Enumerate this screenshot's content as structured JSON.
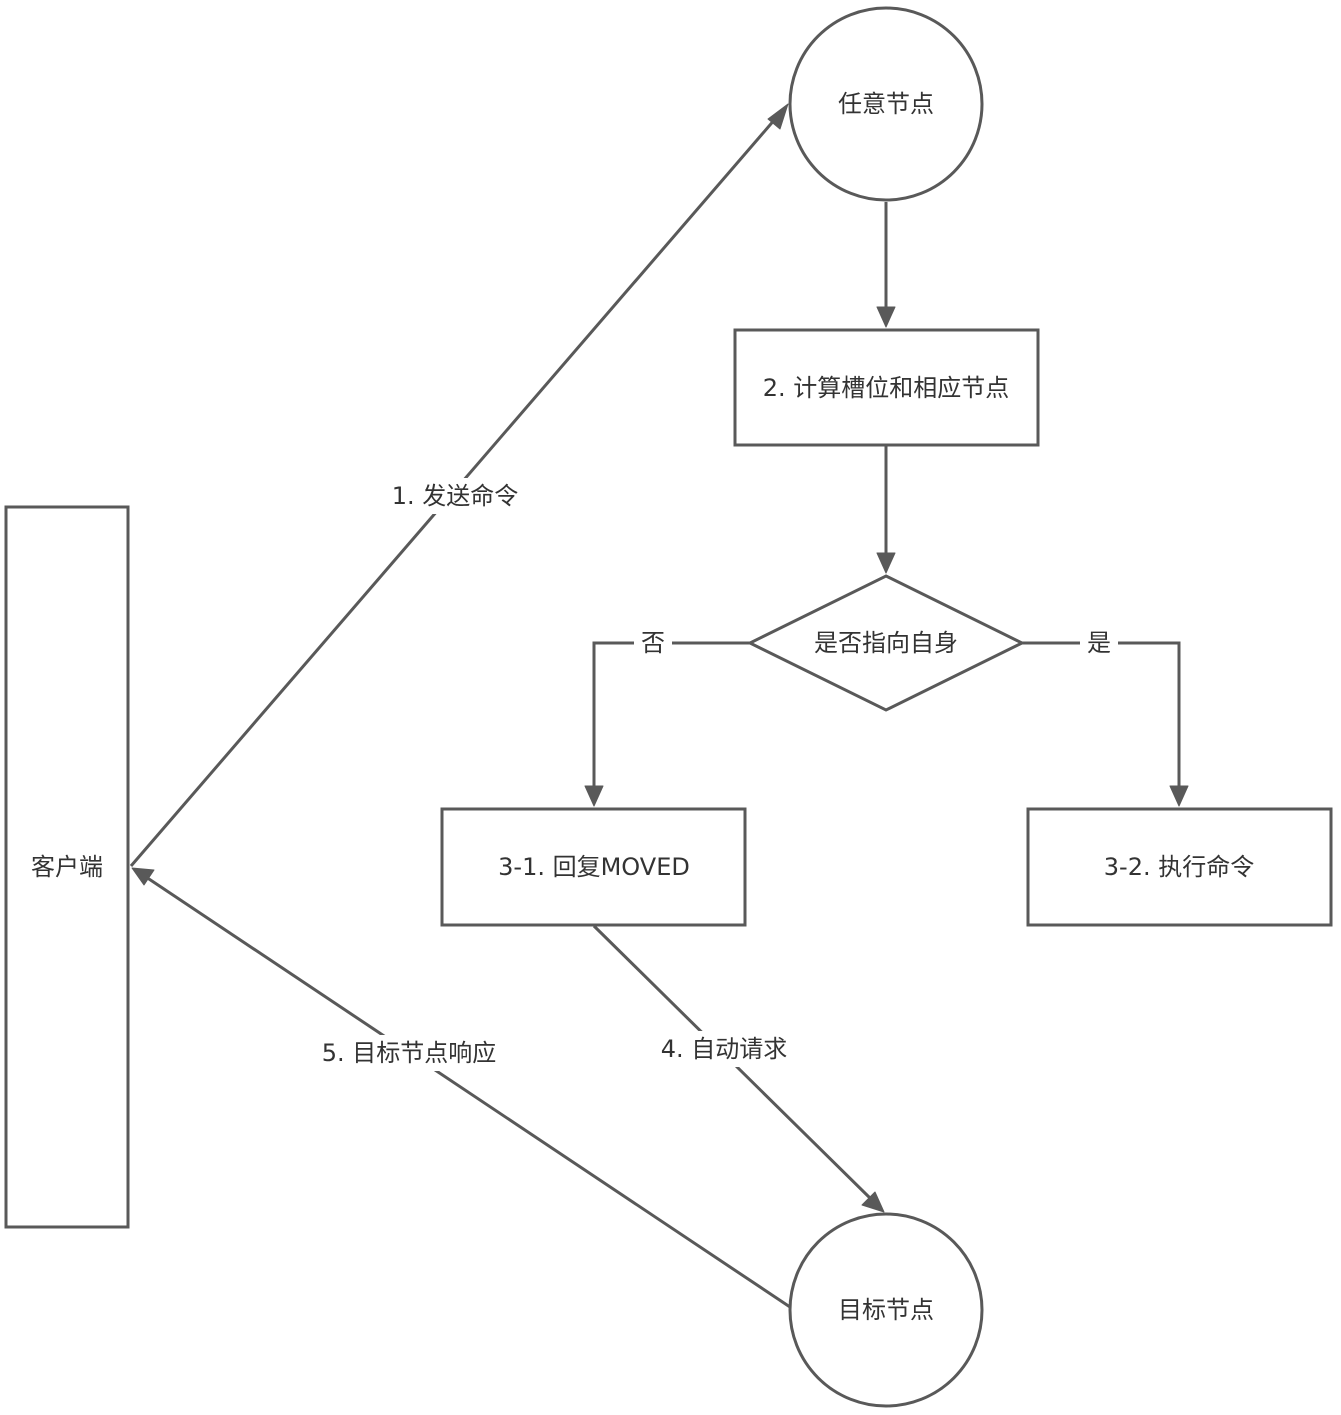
{
  "nodes": {
    "client": "客户端",
    "any_node": "任意节点",
    "compute": "2. 计算槽位和相应节点",
    "decision": "是否指向自身",
    "reply_moved": "3-1. 回复MOVED",
    "execute": "3-2. 执行命令",
    "target_node": "目标节点"
  },
  "edges": {
    "send_command": "1. 发送命令",
    "no": "否",
    "yes": "是",
    "auto_request": "4. 自动请求",
    "target_response": "5. 目标节点响应"
  },
  "colors": {
    "stroke": "#595959",
    "text": "#333333",
    "background": "#ffffff"
  }
}
